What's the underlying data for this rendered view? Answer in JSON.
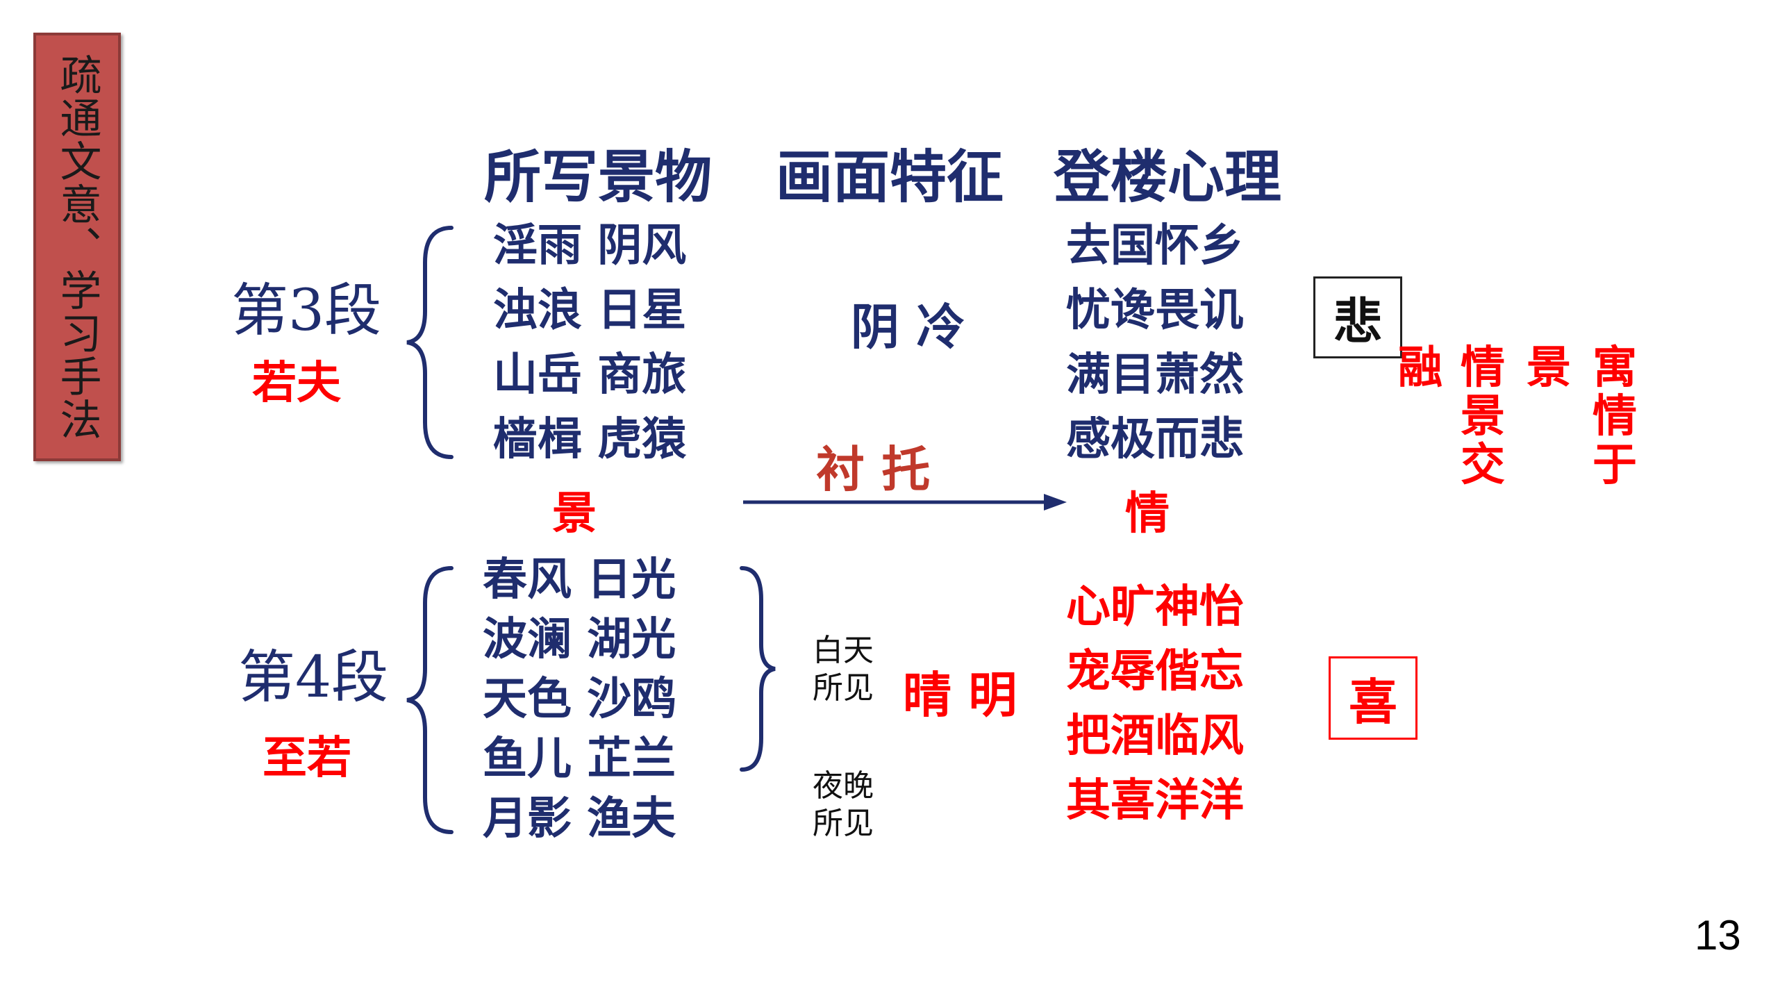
{
  "side_tag": "疏通文意、学习手法",
  "headers": {
    "scenery": "所写景物",
    "feature": "画面特征",
    "mind": "登楼心理"
  },
  "sec3": {
    "label": "第3段",
    "marker": "若夫",
    "scenery_lines": [
      "淫雨 阴风",
      "浊浪 日星",
      "山岳 商旅",
      "樯楫 虎猿"
    ],
    "feature": "阴 冷",
    "mind_lines": [
      "去国怀乡",
      "忧谗畏讥",
      "满目萧然",
      "感极而悲"
    ],
    "emotion": "悲"
  },
  "link": {
    "scene": "景",
    "contrast": "衬 托",
    "emotion": "情"
  },
  "sec4": {
    "label": "第4段",
    "marker": "至若",
    "scenery_lines": [
      "春风 日光",
      "波澜 湖光",
      "天色 沙鸥",
      "鱼儿 芷兰",
      "月影 渔夫"
    ],
    "day_seen": [
      "白天",
      "所见"
    ],
    "night_seen": [
      "夜晚",
      "所见"
    ],
    "feature": "晴 明",
    "mind_lines": [
      "心旷神怡",
      "宠辱偕忘",
      "把酒临风",
      "其喜洋洋"
    ],
    "emotion": "喜"
  },
  "techniques": {
    "rong": "融",
    "qingjing": [
      "情",
      "景",
      "交"
    ],
    "yu": "景",
    "jingqing": [
      "寓",
      "情",
      "于"
    ]
  },
  "page_number": "13",
  "colors": {
    "navy": "#1f2d6e",
    "red": "#ff0000",
    "tag_bg": "#c0504d"
  }
}
